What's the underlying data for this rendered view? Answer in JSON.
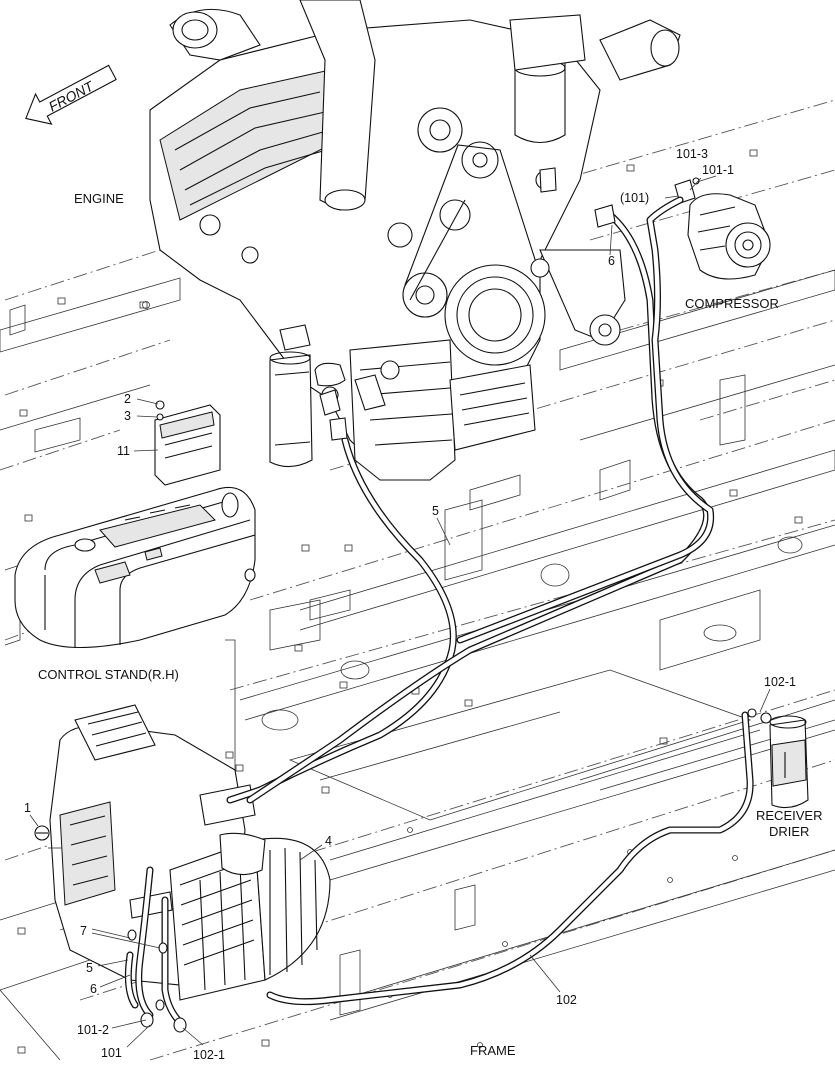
{
  "orientation": {
    "front_label": "FRONT",
    "icon": "front-arrow-icon"
  },
  "labels": {
    "engine": "ENGINE",
    "compressor": "COMPRESSOR",
    "control_stand": "CONTROL STAND(R.H)",
    "receiver_drier_line1": "RECEIVER",
    "receiver_drier_line2": "DRIER",
    "frame": "FRAME"
  },
  "callouts": {
    "c101_3": "101-3",
    "c101_1_top": "101-1",
    "c101_paren": "(101)",
    "c6_top": "6",
    "c2": "2",
    "c3": "3",
    "c11": "11",
    "c5_mid": "5",
    "c102_1_right": "102-1",
    "c1": "1",
    "c4": "4",
    "c7": "7",
    "c5_low": "5",
    "c6_low": "6",
    "c101_2": "101-2",
    "c101": "101",
    "c102_1_low": "102-1",
    "c102": "102"
  }
}
